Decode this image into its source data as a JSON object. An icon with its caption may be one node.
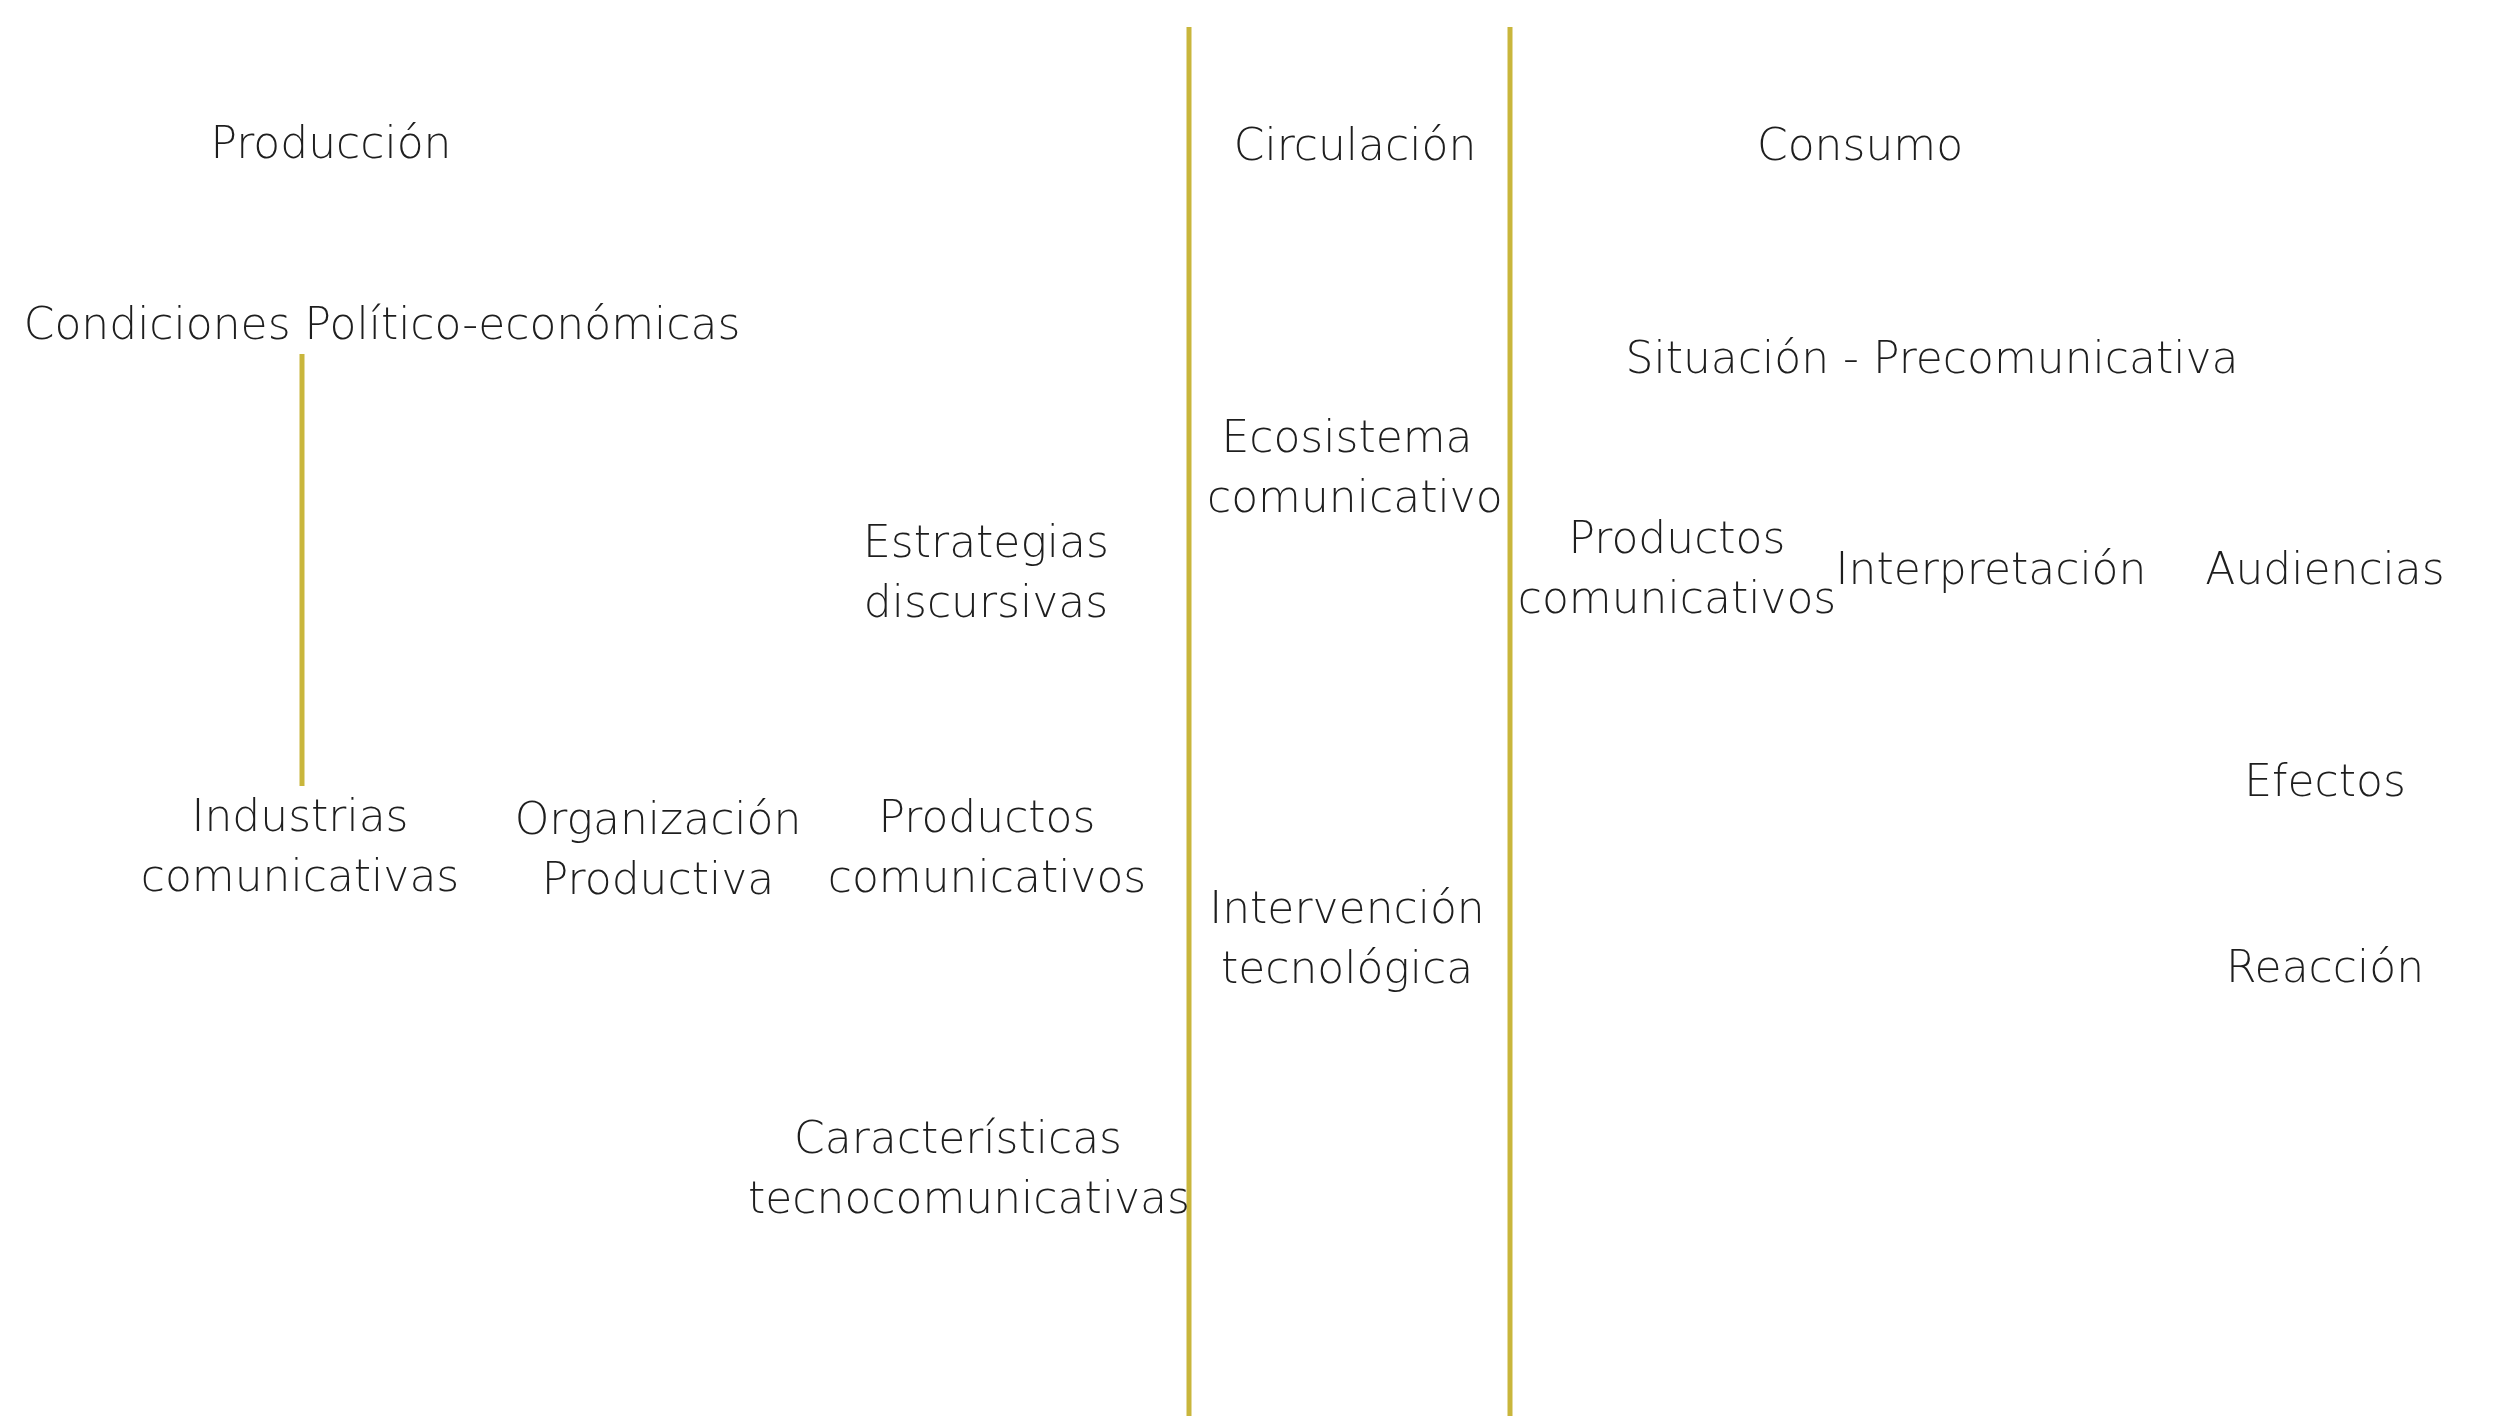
{
  "diagram": {
    "nodes": [
      {
        "text": [
          "Condiciones Político-económicas"
        ]
      },
      {
        "text": [
          "Industrias comunicativas"
        ]
      }
    ],
    "edges": [
      {
        "from": 0,
        "to": 1,
        "arrow": "none"
      }
    ],
    "labels": [
      "Producción",
      "Circulación",
      "Consumo",
      "Situación - Precomunicativa",
      "Ecosistema comunicativo",
      "Estrategias discursivas",
      "Productos comunicativos",
      "Interpretación",
      "Audiencias",
      "Efectos",
      "Organización Productiva",
      "Productos comunicativos",
      "Intervención tecnológica",
      "Reacción",
      "Características tecnocomunicativas"
    ]
  }
}
